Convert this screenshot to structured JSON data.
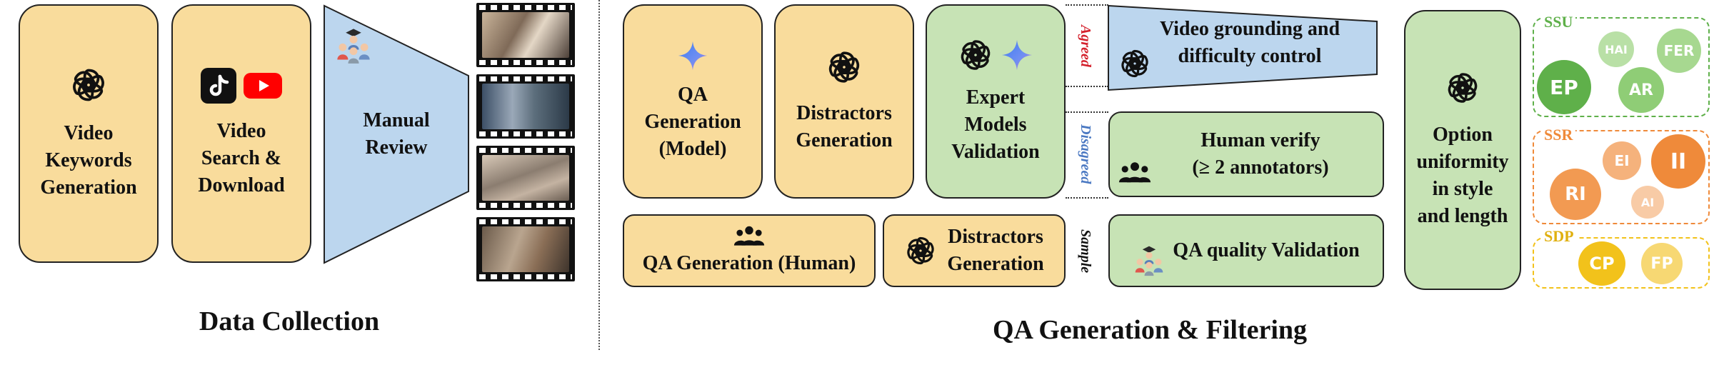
{
  "collection": {
    "title": "Data Collection",
    "keywords": "Video\nKeywords\nGeneration",
    "search": "Video\nSearch &\nDownload",
    "review": "Manual\nReview"
  },
  "qa": {
    "title": "QA Generation & Filtering",
    "model_gen": "QA\nGeneration\n(Model)",
    "distractors": "Distractors\nGeneration",
    "expert": "Expert\nModels\nValidation",
    "grounding": "Video grounding and\ndifficulty control",
    "human_verify": "Human verify\n(≥ 2 annotators)",
    "human_gen": "QA Generation (Human)",
    "distractors2": "Distractors\nGeneration",
    "quality": "QA quality Validation",
    "uniformity": "Option\nuniformity\nin style\nand length",
    "agreed": "Agreed",
    "disagreed": "Disagreed",
    "sample": "Sample"
  },
  "categories": {
    "ssu": {
      "title": "SSU",
      "items": [
        "EP",
        "HAI",
        "FER",
        "AR"
      ]
    },
    "ssr": {
      "title": "SSR",
      "items": [
        "RI",
        "EI",
        "II",
        "AI"
      ]
    },
    "sdp": {
      "title": "SDP",
      "items": [
        "CP",
        "FP"
      ]
    }
  },
  "colors": {
    "yellow": "#f9dc9c",
    "green": "#c7e3b5",
    "blue": "#bcd6ee",
    "ssu": "#5fb04a",
    "ssr": "#ef8a3a",
    "sdp": "#f2c21b",
    "agreed": "#d4202c",
    "disagreed": "#4a78c2"
  }
}
